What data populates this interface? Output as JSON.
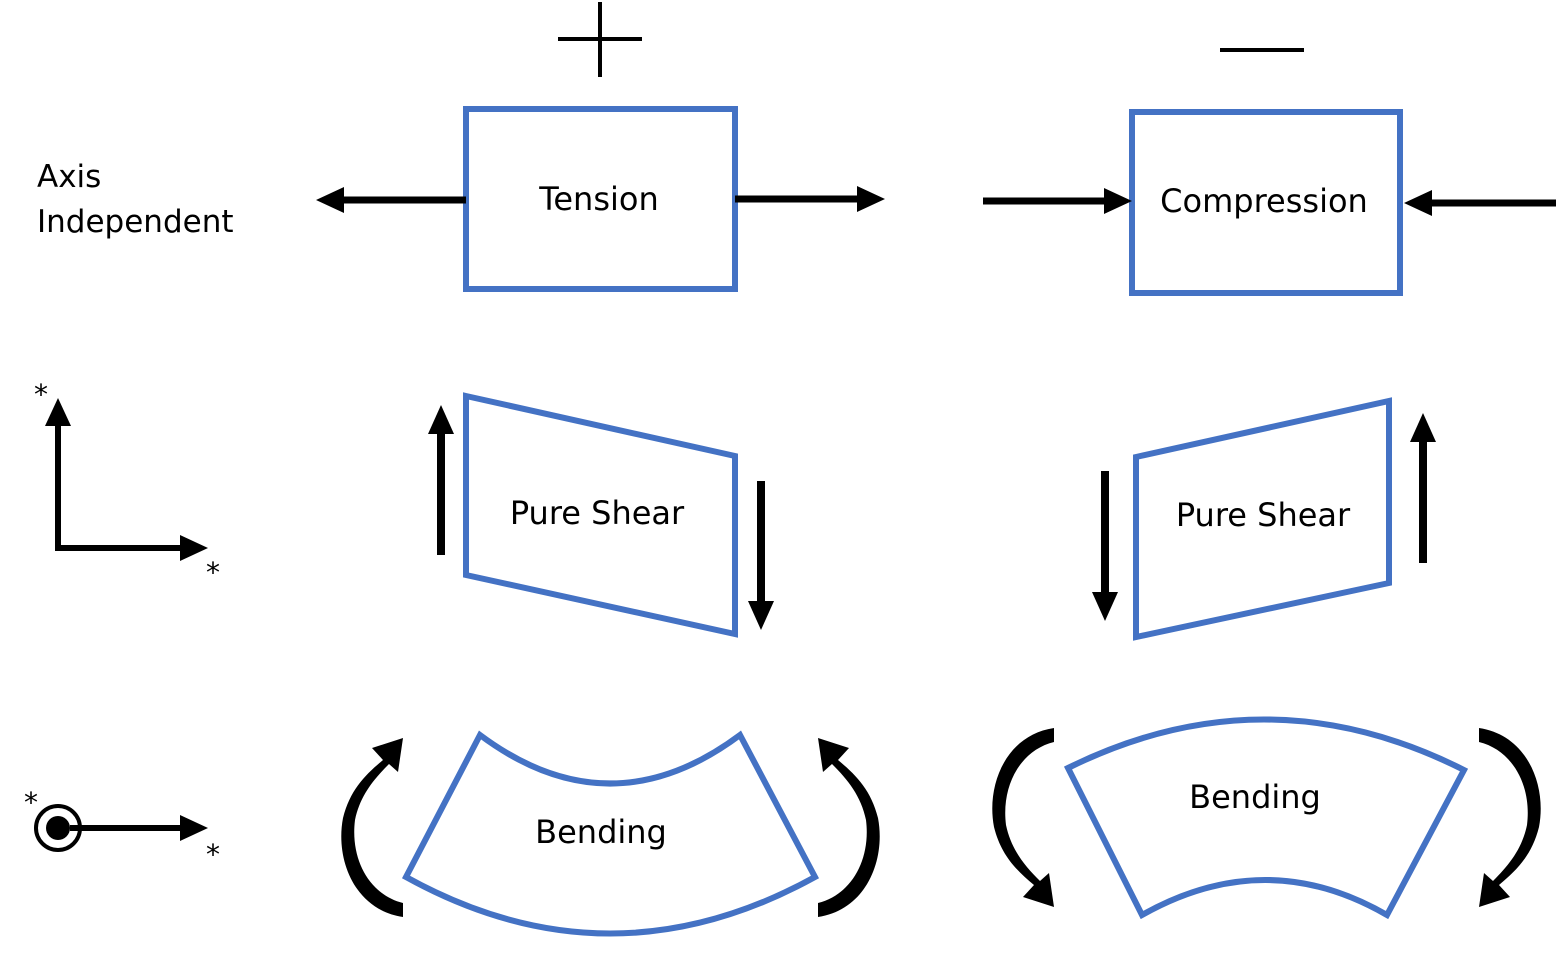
{
  "colors": {
    "shape_stroke": "#4472c4",
    "arrow": "#000000",
    "background": "#ffffff"
  },
  "signs": {
    "positive": "plus-sign",
    "negative": "minus-sign"
  },
  "side_labels": {
    "axis_line1": "Axis",
    "axis_line2": "Independent",
    "star": "*"
  },
  "shapes": {
    "tension": "Tension",
    "compression": "Compression",
    "shear_positive": "Pure Shear",
    "shear_negative": "Pure Shear",
    "bending_positive": "Bending",
    "bending_negative": "Bending"
  }
}
